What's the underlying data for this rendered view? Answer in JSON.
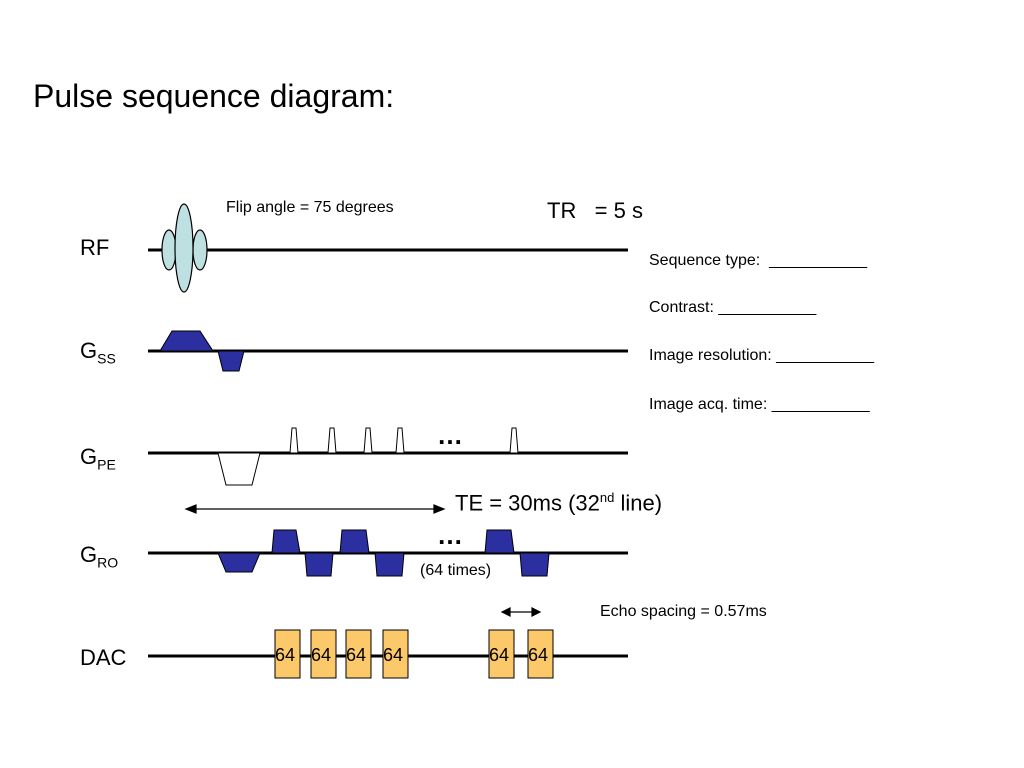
{
  "title": "Pulse sequence diagram:",
  "channels": {
    "rf": "RF",
    "gss": {
      "main": "G",
      "sub": "SS"
    },
    "gpe": {
      "main": "G",
      "sub": "PE"
    },
    "gro": {
      "main": "G",
      "sub": "RO"
    },
    "dac": "DAC"
  },
  "annotations": {
    "flip_angle": "Flip angle = 75 degrees",
    "tr": "TR   = 5 s",
    "te_main": "TE = 30ms (32",
    "te_sup": "nd",
    "te_end": " line)",
    "repeat": "(64 times)",
    "echo_spacing": "Echo spacing = 0.57ms",
    "ellipsis": "…"
  },
  "questions": [
    "Sequence type:  ___________",
    "Contrast: ___________",
    "Image resolution: ___________",
    "Image acq. time: ___________"
  ],
  "dac_labels": [
    "64",
    "64",
    "64",
    "64",
    "64",
    "64"
  ],
  "colors": {
    "rf_pulse": "#bfe0e0",
    "gradient": "#2b2fa0",
    "dac_box": "#fbc96a",
    "line": "#000000"
  }
}
